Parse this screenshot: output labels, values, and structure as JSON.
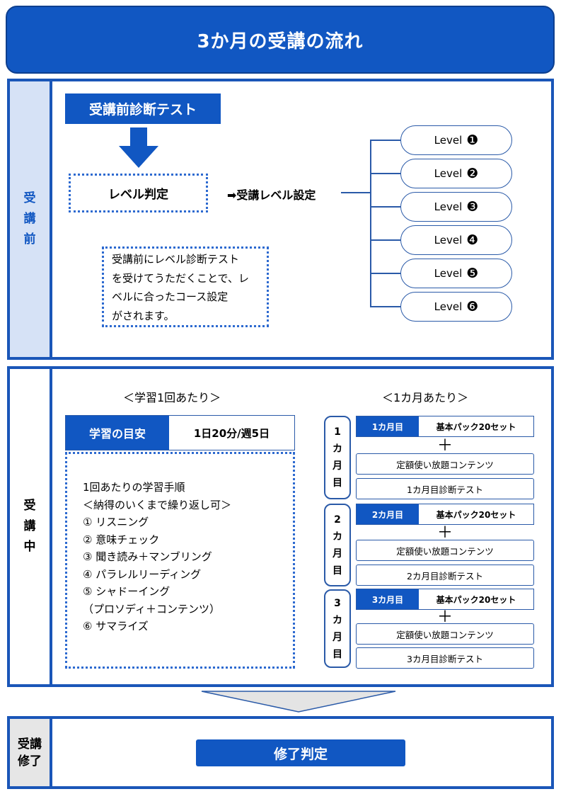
{
  "header": {
    "title": "3か月の受講の流れ"
  },
  "before": {
    "side_label": [
      "受",
      "講",
      "前"
    ],
    "test_label": "受講前診断テスト",
    "judge_label": "レベル判定",
    "setting_label": "➡受講レベル設定",
    "note_lines": [
      "受講前にレベル診断テスト",
      "を受けてうただくことで、レ",
      "ベルに合ったコース設定",
      "がされます。"
    ],
    "levels": [
      {
        "label": "Level",
        "num": "❶"
      },
      {
        "label": "Level",
        "num": "❷"
      },
      {
        "label": "Level",
        "num": "❸"
      },
      {
        "label": "Level",
        "num": "❹"
      },
      {
        "label": "Level",
        "num": "❺"
      },
      {
        "label": "Level",
        "num": "❻"
      }
    ]
  },
  "during": {
    "side_label": [
      "受",
      "講",
      "中"
    ],
    "left_heading": "＜学習1回あたり＞",
    "right_heading": "＜1カ月あたり＞",
    "guide_label": "学習の目安",
    "guide_value": "1日20分/週5日",
    "steps": [
      "1回あたりの学習手順",
      "＜納得のいくまで繰り返し可＞",
      "① リスニング",
      "② 意味チェック",
      "③ 聞き読み＋マンブリング",
      "④ パラレルリーディング",
      "⑤ シャドーイング",
      "（プロソディ＋コンテンツ）",
      "⑥ サマライズ"
    ],
    "months": [
      {
        "side": [
          "1",
          "カ",
          "月",
          "目"
        ],
        "tag": "1カ月目",
        "pack": "基本パック20セット",
        "plus": "＋",
        "contents": "定額使い放題コンテンツ",
        "test": "1カ月目診断テスト"
      },
      {
        "side": [
          "2",
          "カ",
          "月",
          "目"
        ],
        "tag": "2カ月目",
        "pack": "基本パック20セット",
        "plus": "＋",
        "contents": "定額使い放題コンテンツ",
        "test": "2カ月目診断テスト"
      },
      {
        "side": [
          "3",
          "カ",
          "月",
          "目"
        ],
        "tag": "3カ月目",
        "pack": "基本パック20セット",
        "plus": "＋",
        "contents": "定額使い放題コンテンツ",
        "test": "3カ月目診断テスト"
      }
    ]
  },
  "after": {
    "side_label": [
      "受講",
      "修了"
    ],
    "result_label": "修了判定"
  }
}
